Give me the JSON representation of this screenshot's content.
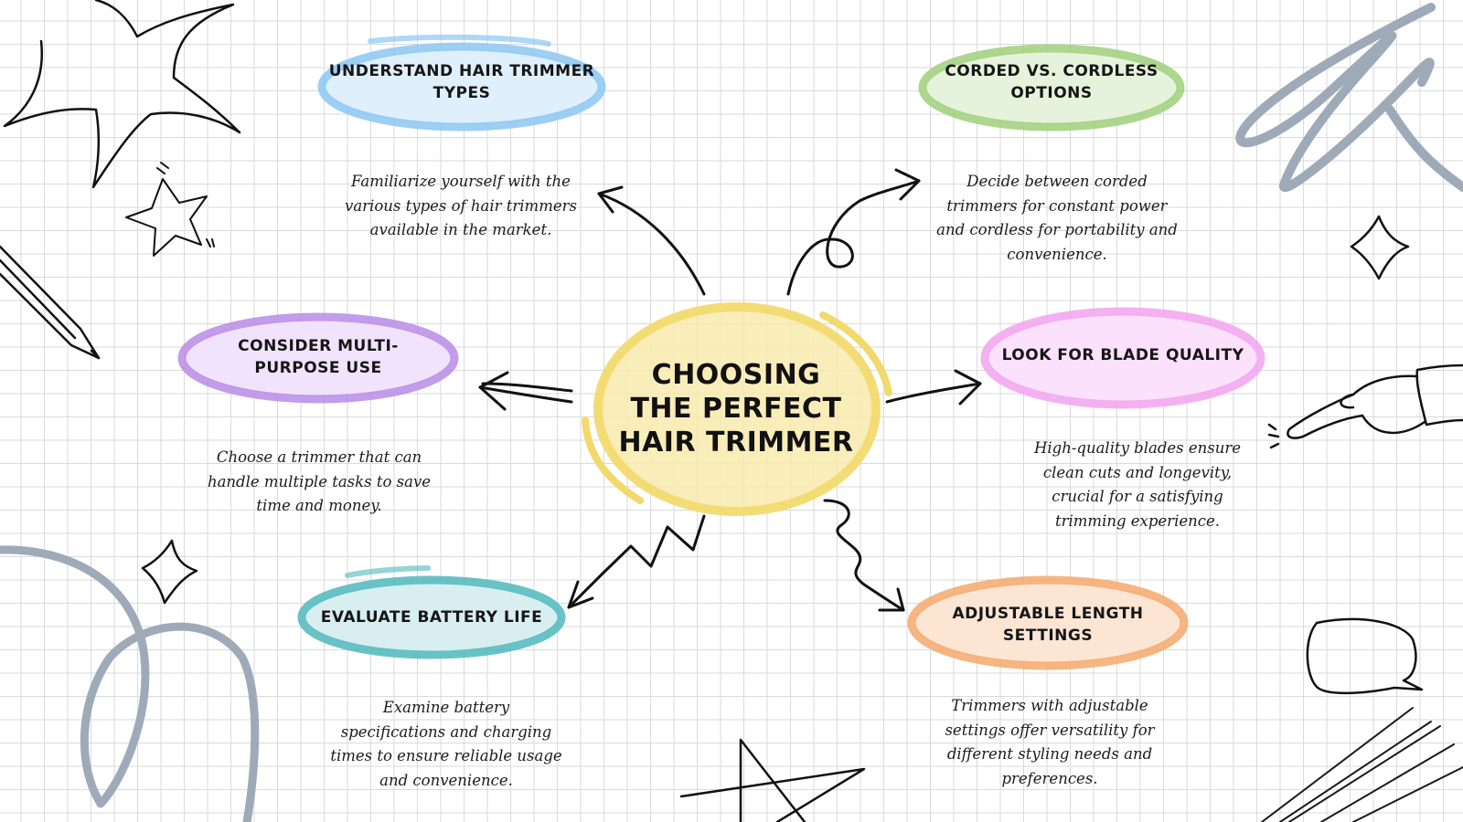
{
  "center": {
    "title": "Choosing the Perfect Hair Trimmer",
    "color": "#f2d96b"
  },
  "branches": [
    {
      "id": "types",
      "title": "Understand Hair Trimmer Types",
      "description": "Familiarize yourself with the various types of hair trimmers available in the market.",
      "color": "#8cc7f2"
    },
    {
      "id": "corded",
      "title": "Corded vs. Cordless Options",
      "description": "Decide between corded trimmers for constant power and cordless for portability and convenience.",
      "color": "#9fcf7a"
    },
    {
      "id": "multipurpose",
      "title": "Consider Multi-Purpose Use",
      "description": "Choose a trimmer that can handle multiple tasks to save time and money.",
      "color": "#b98be6"
    },
    {
      "id": "blade",
      "title": "Look for Blade Quality",
      "description": "High-quality blades ensure clean cuts and longevity, crucial for a satisfying trimming experience.",
      "color": "#f2a3f0"
    },
    {
      "id": "battery",
      "title": "Evaluate Battery Life",
      "description": "Examine battery specifications and charging times to ensure reliable usage and convenience.",
      "color": "#4fb8bc"
    },
    {
      "id": "length",
      "title": "Adjustable Length Settings",
      "description": "Trimmers with adjustable settings offer versatility for different styling needs and preferences.",
      "color": "#f5a86b"
    }
  ],
  "icons": [
    "star-burst-icon",
    "star-icon",
    "pencil-icon",
    "sparkle-icon",
    "pointing-hand-icon",
    "speech-bubble-icon",
    "scribble-icon",
    "swirl-icon"
  ]
}
